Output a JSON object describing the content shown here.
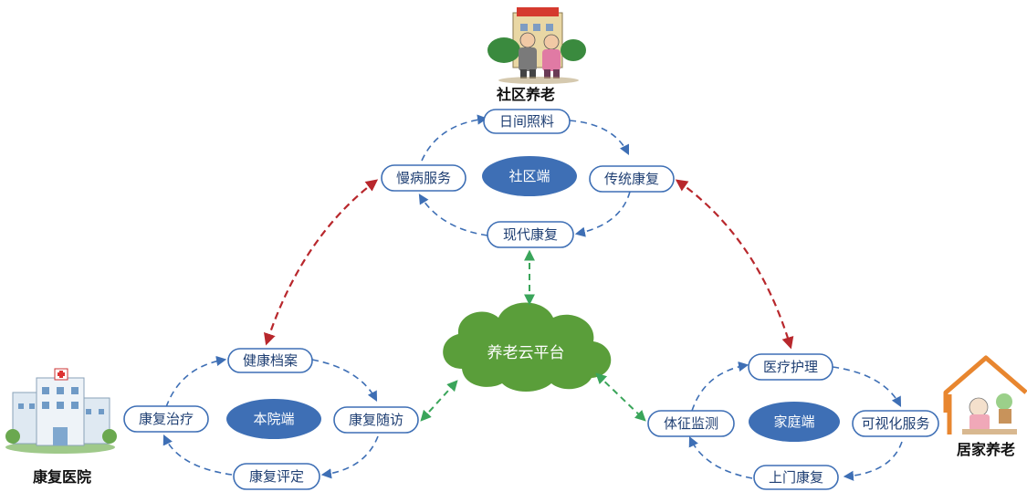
{
  "places": {
    "community": "社区养老",
    "hospital": "康复医院",
    "home": "居家养老"
  },
  "clusters": {
    "community": {
      "hub": "社区端",
      "nodes": [
        "日间照料",
        "传统康复",
        "现代康复",
        "慢病服务"
      ]
    },
    "hospital": {
      "hub": "本院端",
      "nodes": [
        "健康档案",
        "康复随访",
        "康复评定",
        "康复治疗"
      ]
    },
    "home": {
      "hub": "家庭端",
      "nodes": [
        "医疗护理",
        "可视化服务",
        "上门康复",
        "体征监测"
      ]
    }
  },
  "cloud": {
    "label": "养老云平台"
  },
  "colors": {
    "node_border": "#3e6fb5",
    "hub_fill": "#3e6fb5",
    "cloud_fill": "#5a9e3a",
    "red_link": "#b8272c",
    "green_link": "#3aa55a"
  },
  "icons": {
    "community": "elderly-couple-icon",
    "hospital": "hospital-building-icon",
    "home": "house-icon"
  }
}
